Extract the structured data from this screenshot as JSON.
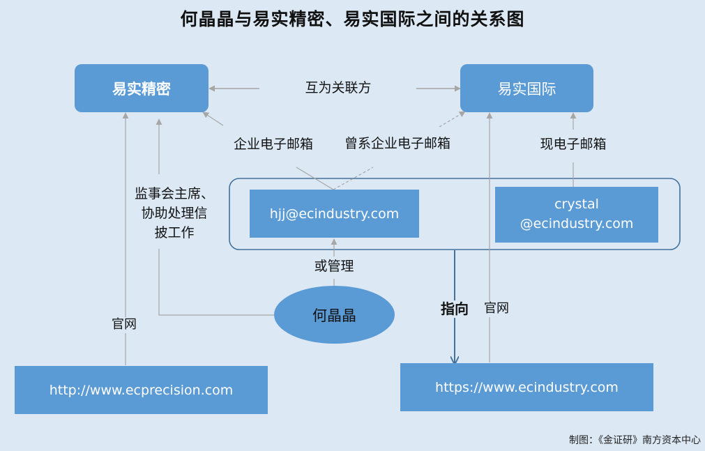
{
  "title": "何晶晶与易实精密、易实国际之间的关系图",
  "nodes": {
    "yishi_jingmi": "易实精密",
    "yishi_guoji": "易实国际",
    "email_hjj": "hjj@ecindustry.com",
    "email_crystal": [
      "crystal",
      "@ecindustry.com"
    ],
    "person": "何晶晶",
    "site_ecprecision": "http://www.ecprecision.com",
    "site_ecindustry": "https://www.ecindustry.com"
  },
  "labels": {
    "related_party": "互为关联方",
    "corp_email": "企业电子邮箱",
    "former_corp_email": "曾系企业电子邮箱",
    "current_email": "现电子邮箱",
    "supervisor_role": [
      "监事会主席、",
      "协助处理信",
      "披工作"
    ],
    "or_manage": "或管理",
    "points_to": "指向",
    "website_left": "官网",
    "website_right": "官网"
  },
  "credit": "制图：《金证研》南方资本中心",
  "colors": {
    "background": "#dce9f5",
    "node_fill": "#5b9bd5",
    "node_text": "#ffffff",
    "gray_line": "#a6a6a6",
    "blue_line": "#41719c",
    "group_border": "#41719c"
  }
}
